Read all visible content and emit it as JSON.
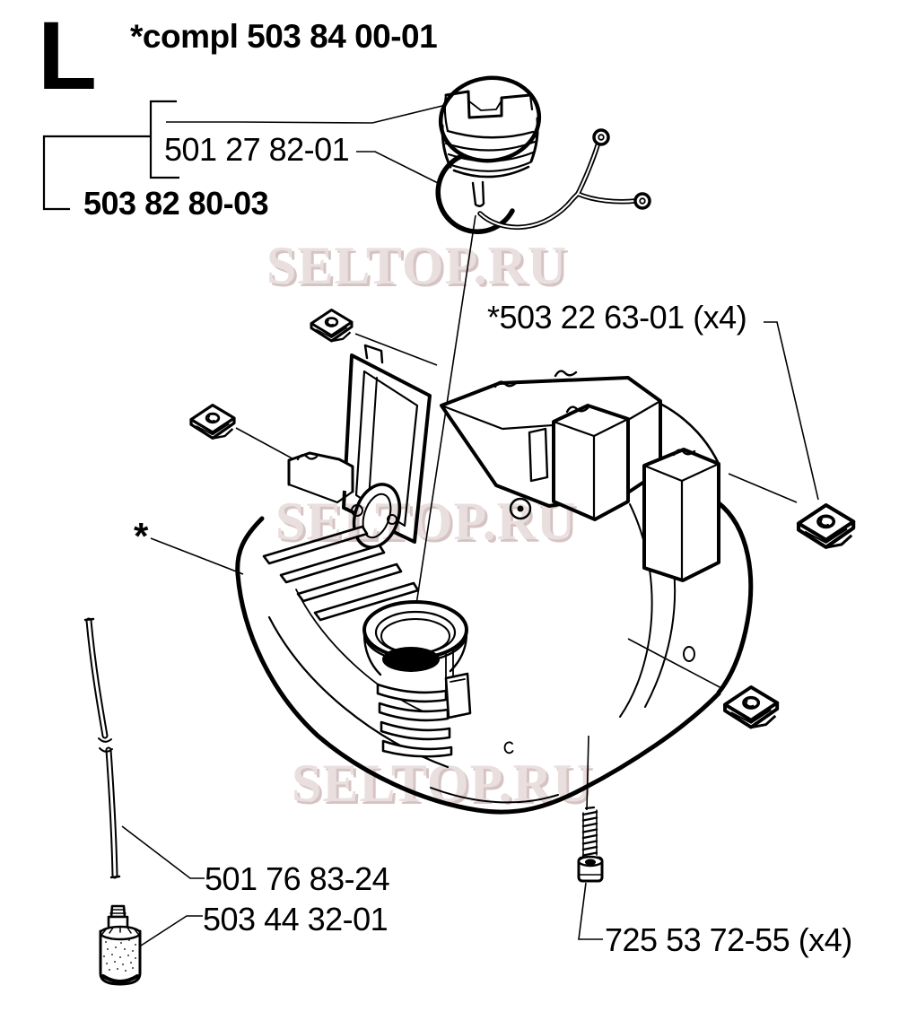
{
  "page": {
    "section_letter": "L",
    "assembly_label": "*compl 503 84 00-01"
  },
  "watermark": {
    "text": "SELTOP.RU",
    "fill": "#eadfdf",
    "shadow": "#d6c4c4"
  },
  "labels": {
    "cap_oring": "501 27 82-01",
    "cap_assembly": "503 82 80-03",
    "push_nut_clip": "*503 22 63-01 (x4)",
    "tank_asterisk": "*",
    "fuel_line": "501 76 83-24",
    "fuel_filter": "503 44 32-01",
    "screw": "725 53 72-55 (x4)"
  },
  "line_art_color": "#000000",
  "background_color": "#ffffff"
}
